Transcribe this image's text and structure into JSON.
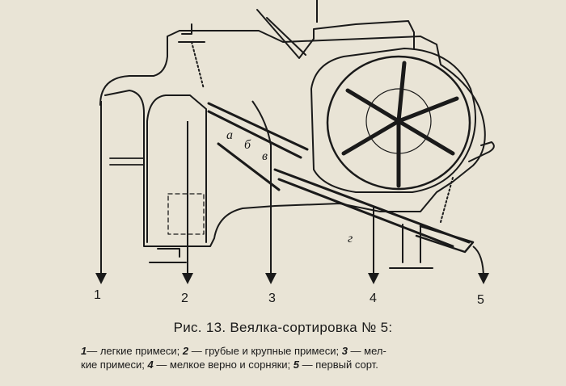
{
  "caption": {
    "title": "Рис. 13. Веялка-сортировка № 5:",
    "legend_line1": [
      {
        "num": "1",
        "text": "— легкие примеси; "
      },
      {
        "num": "2",
        "text": " — грубые и крупные примеси; "
      },
      {
        "num": "3",
        "text": " — мел-"
      }
    ],
    "legend_line2": [
      {
        "num": "",
        "text": "кие примеси; "
      },
      {
        "num": "4",
        "text": " — мелкое верно  и сорняки; "
      },
      {
        "num": "5",
        "text": " — первый сорт."
      }
    ]
  },
  "outputs": [
    {
      "label": "1"
    },
    {
      "label": "2"
    },
    {
      "label": "3"
    },
    {
      "label": "4"
    },
    {
      "label": "5"
    }
  ],
  "sieve_letters": [
    {
      "label": "а"
    },
    {
      "label": "б"
    },
    {
      "label": "в"
    },
    {
      "label": "г"
    }
  ],
  "colors": {
    "ink": "#1a1a1a",
    "paper": "#e9e4d6"
  }
}
